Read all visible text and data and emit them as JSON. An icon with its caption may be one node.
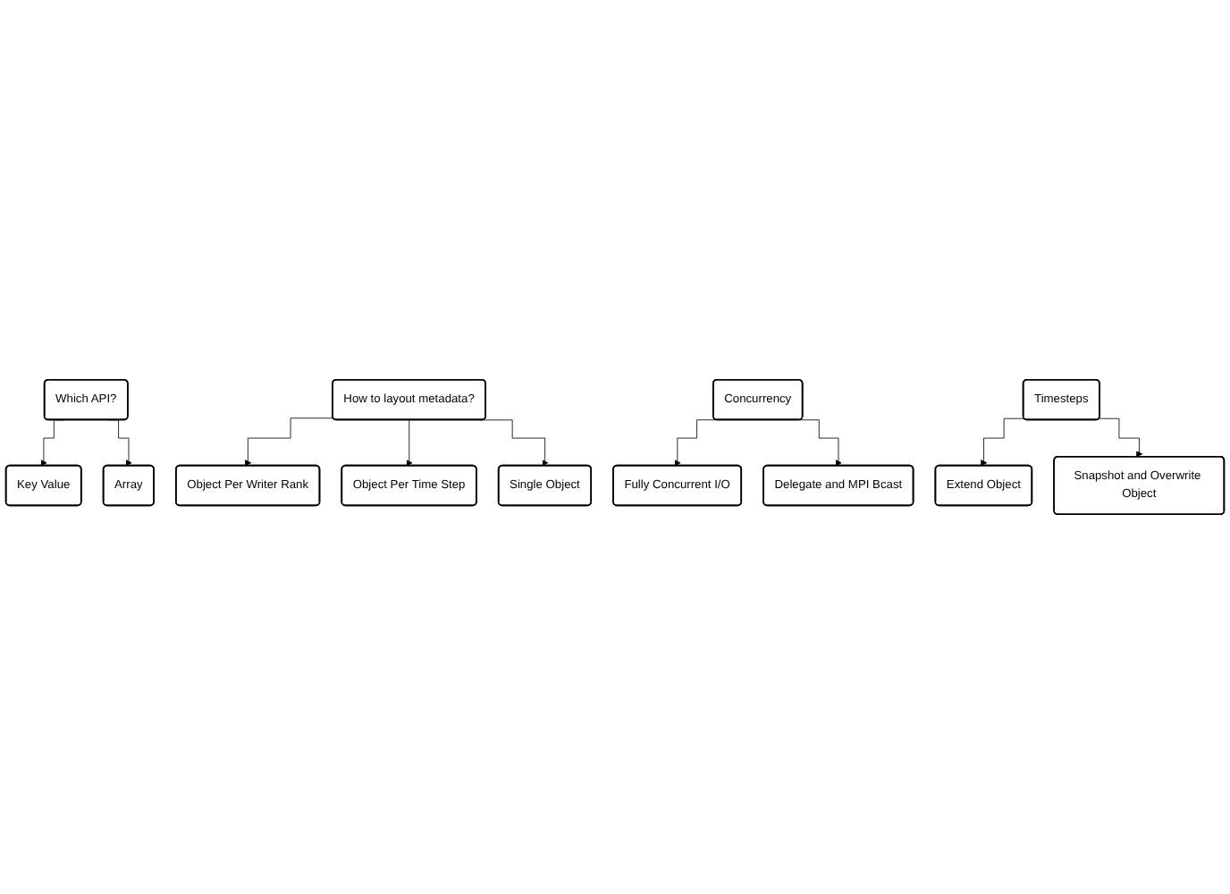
{
  "diagram": {
    "nodes": [
      {
        "text": [
          "Which API?"
        ]
      },
      {
        "text": [
          "Key Value"
        ]
      },
      {
        "text": [
          "Array"
        ]
      },
      {
        "text": [
          "How to layout metadata?"
        ]
      },
      {
        "text": [
          "Object Per Writer Rank"
        ]
      },
      {
        "text": [
          "Object Per Time Step"
        ]
      },
      {
        "text": [
          "Single Object"
        ]
      },
      {
        "text": [
          "Concurrency"
        ]
      },
      {
        "text": [
          "Fully Concurrent I/O"
        ]
      },
      {
        "text": [
          "Delegate and MPI Bcast"
        ]
      },
      {
        "text": [
          "Timesteps"
        ]
      },
      {
        "text": [
          "Extend Object"
        ]
      },
      {
        "text": [
          "Snapshot and Overwrite Object"
        ]
      }
    ],
    "edges": [
      {
        "from": 0,
        "to": 1,
        "arrow": "to"
      },
      {
        "from": 0,
        "to": 2,
        "arrow": "to"
      },
      {
        "from": 3,
        "to": 4,
        "arrow": "to"
      },
      {
        "from": 3,
        "to": 5,
        "arrow": "to"
      },
      {
        "from": 3,
        "to": 6,
        "arrow": "to"
      },
      {
        "from": 7,
        "to": 8,
        "arrow": "to"
      },
      {
        "from": 7,
        "to": 9,
        "arrow": "to"
      },
      {
        "from": 10,
        "to": 11,
        "arrow": "to"
      },
      {
        "from": 10,
        "to": 12,
        "arrow": "to"
      }
    ]
  }
}
